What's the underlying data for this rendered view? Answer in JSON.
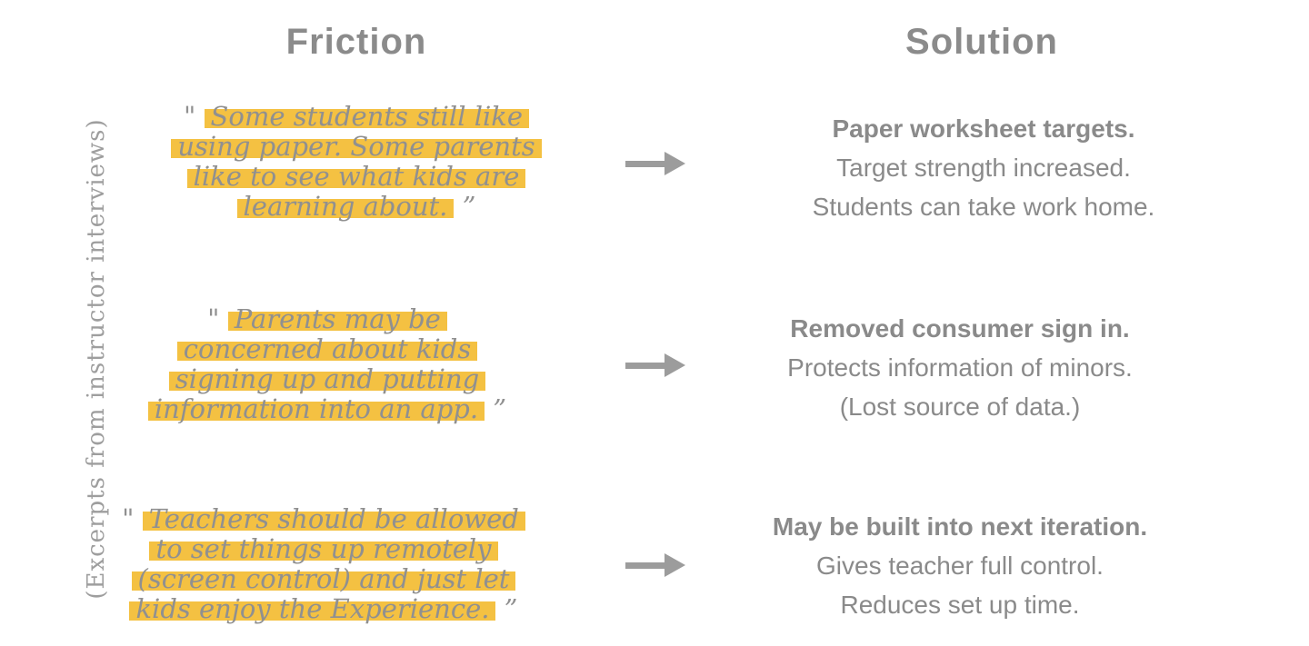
{
  "side_label": "(Excerpts from instructor interviews)",
  "headers": {
    "friction": "Friction",
    "solution": "Solution"
  },
  "colors": {
    "highlight": "#F4C142",
    "quote_text": "#909090",
    "solution_text": "#8A8A8A",
    "heading": "#8B8B8B",
    "arrow": "#9C9C9C",
    "side_label": "#9E9E9E",
    "background": "#FFFFFF"
  },
  "rows": [
    {
      "quote_lines": [
        {
          "pre": "\" ",
          "text": "Some students still like",
          "post": ""
        },
        {
          "pre": "",
          "text": "using paper. Some parents",
          "post": ""
        },
        {
          "pre": "",
          "text": "like to see what kids are",
          "post": ""
        },
        {
          "pre": "",
          "text": "learning about.",
          "post": " ”"
        }
      ],
      "solution_lines": [
        "Paper worksheet targets.",
        "Target strength increased.",
        "Students can take work home."
      ]
    },
    {
      "quote_lines": [
        {
          "pre": "\" ",
          "text": "Parents may be",
          "post": ""
        },
        {
          "pre": "",
          "text": "concerned about kids",
          "post": ""
        },
        {
          "pre": "",
          "text": "signing up and putting",
          "post": ""
        },
        {
          "pre": "",
          "text": "information into an app.",
          "post": " ”"
        }
      ],
      "solution_lines": [
        "Removed consumer sign in.",
        "Protects information of minors.",
        "(Lost source of data.)"
      ]
    },
    {
      "quote_lines": [
        {
          "pre": "\" ",
          "text": "Teachers should be allowed",
          "post": ""
        },
        {
          "pre": "",
          "text": "to set things up remotely",
          "post": ""
        },
        {
          "pre": "",
          "text": "(screen control) and just let",
          "post": ""
        },
        {
          "pre": "",
          "text": "kids enjoy the Experience.",
          "post": " ”"
        }
      ],
      "solution_lines": [
        "May be built into next iteration.",
        "Gives teacher full control.",
        "Reduces set up time."
      ]
    }
  ]
}
